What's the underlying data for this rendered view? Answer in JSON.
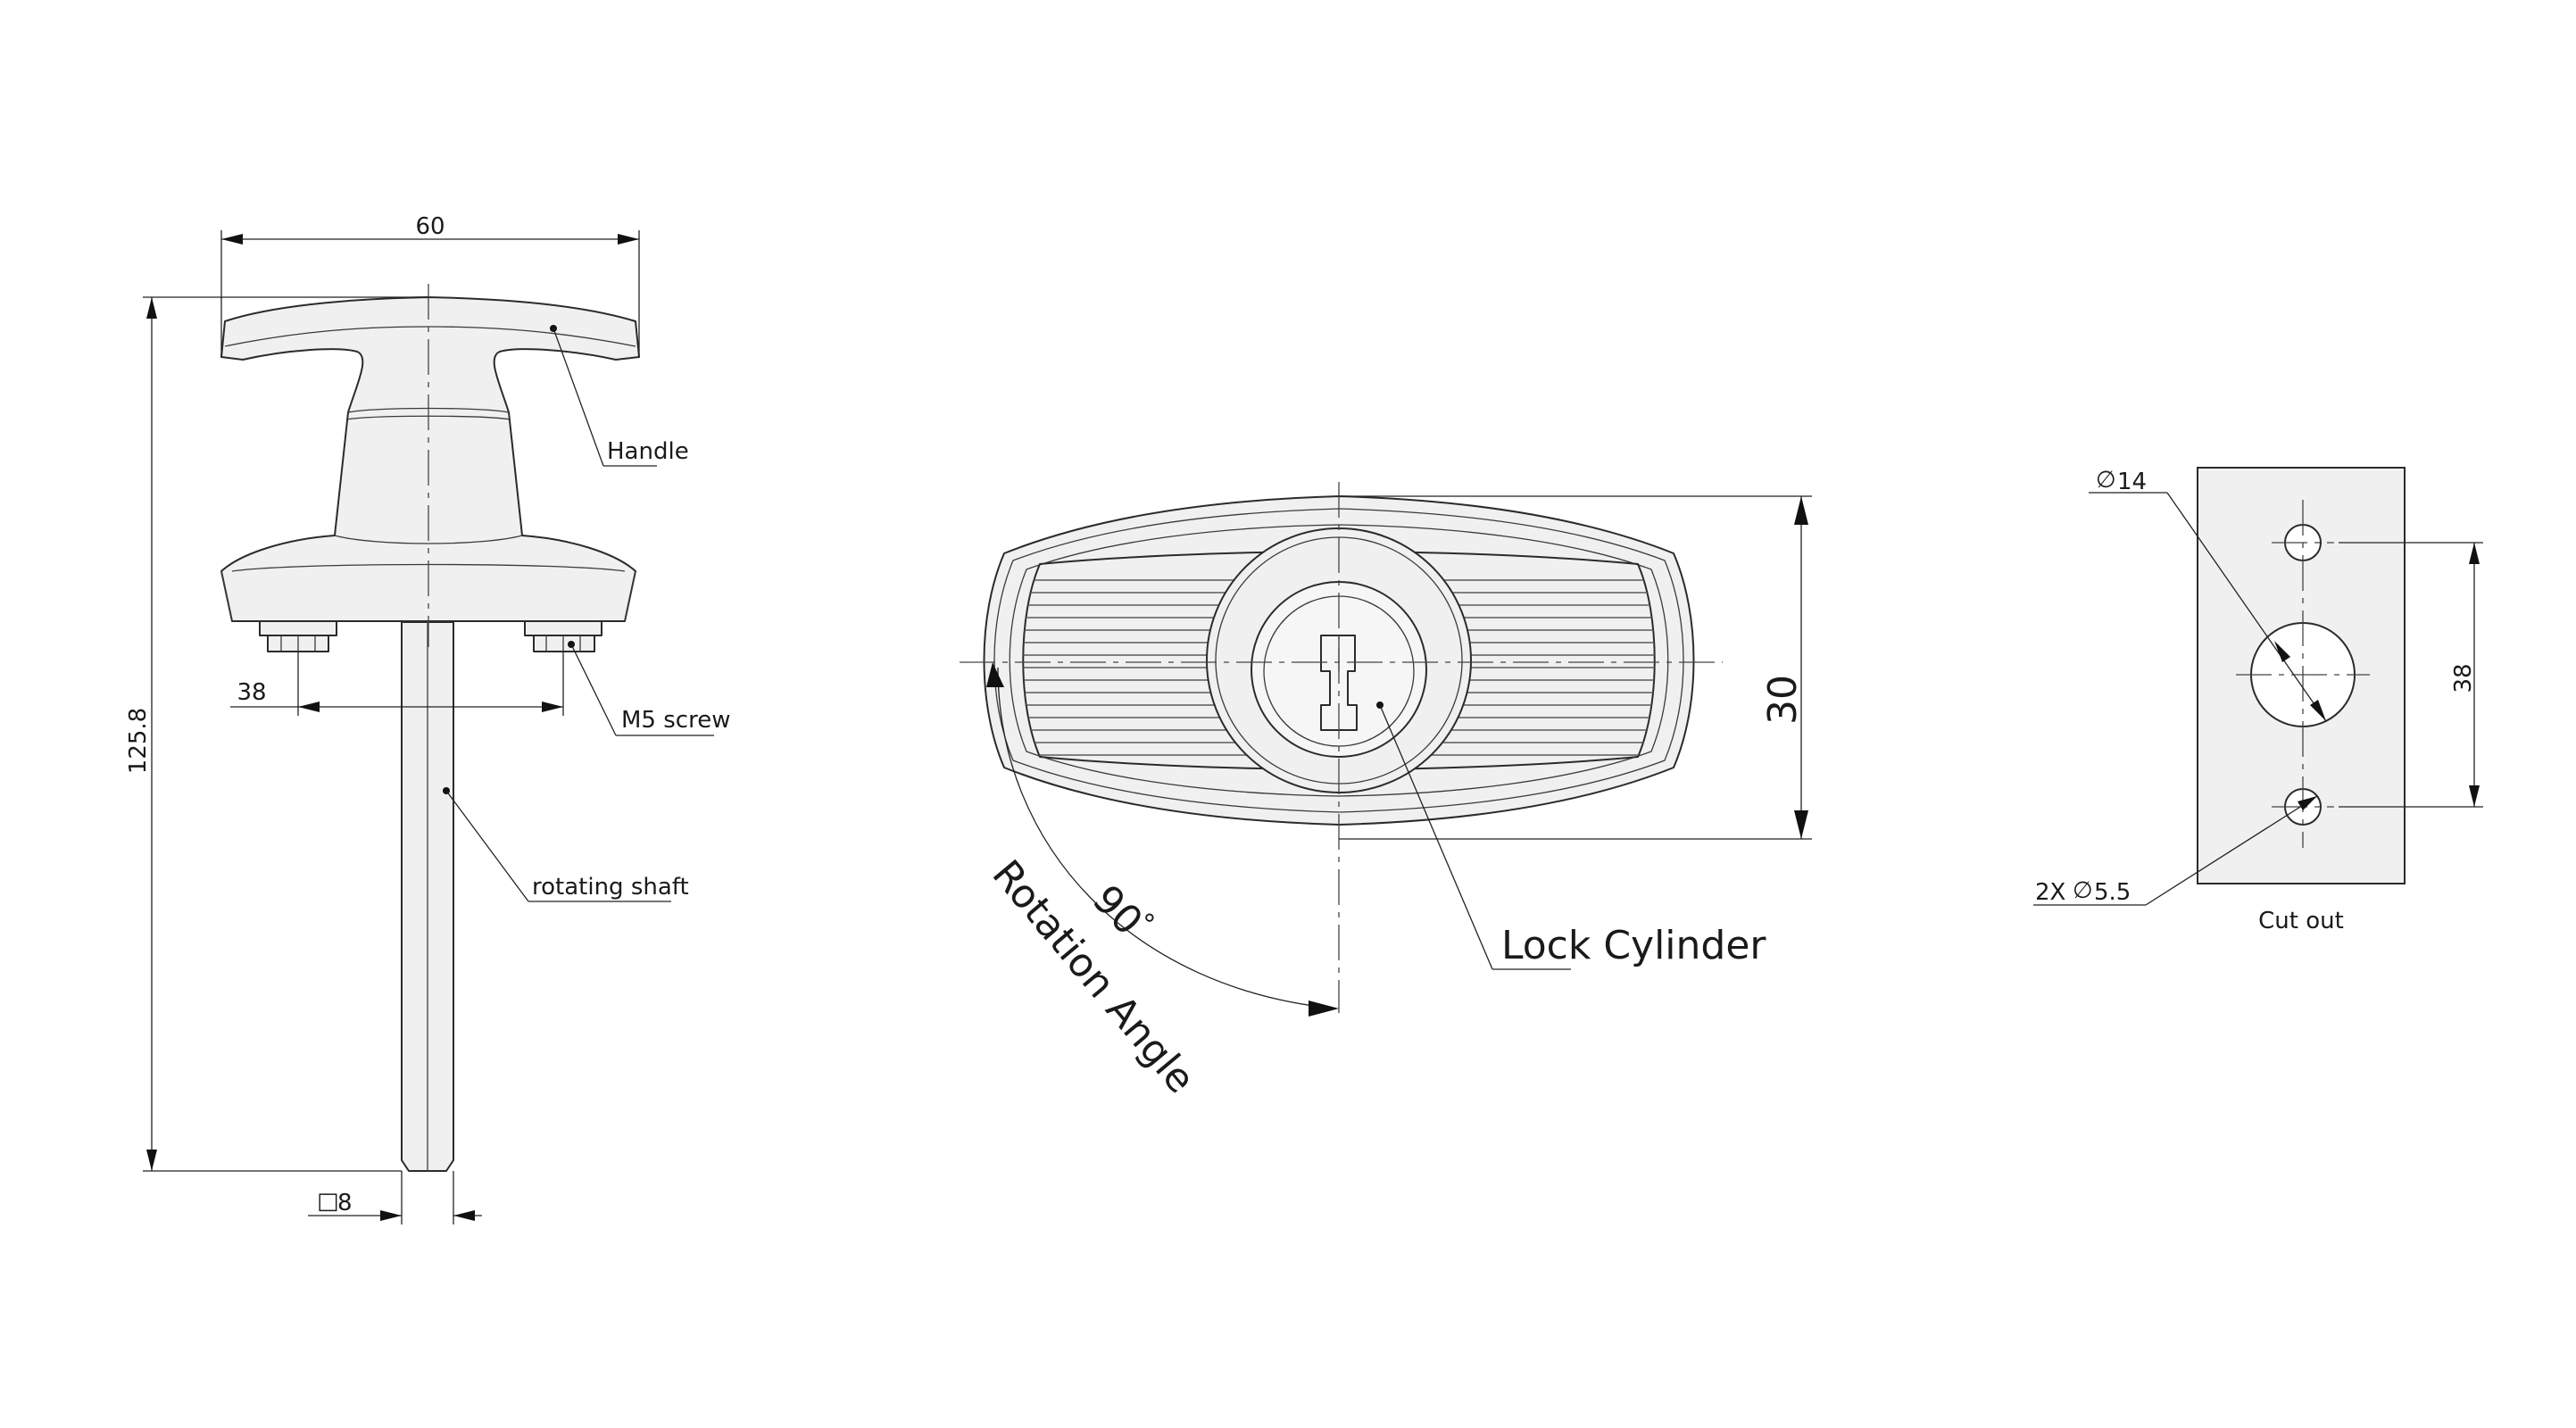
{
  "side_view": {
    "width_dim": "60",
    "height_dim": "125.8",
    "screw_spacing_dim": "38",
    "shaft_size_dim": "8",
    "shaft_size_symbol": "□",
    "label_handle": "Handle",
    "label_screw": "M5 screw",
    "label_shaft": "rotating shaft"
  },
  "front_view": {
    "height_dim": "30",
    "angle_value": "90",
    "angle_unit": "°",
    "label_rotation": "Rotation Angle",
    "label_lock": "Lock Cylinder"
  },
  "cutout_view": {
    "title": "Cut out",
    "diameter_symbol": "∅",
    "hole_large_dim": "14",
    "hole_small_prefix": "2X",
    "hole_small_dim": "5.5",
    "hole_spacing_dim": "38"
  }
}
